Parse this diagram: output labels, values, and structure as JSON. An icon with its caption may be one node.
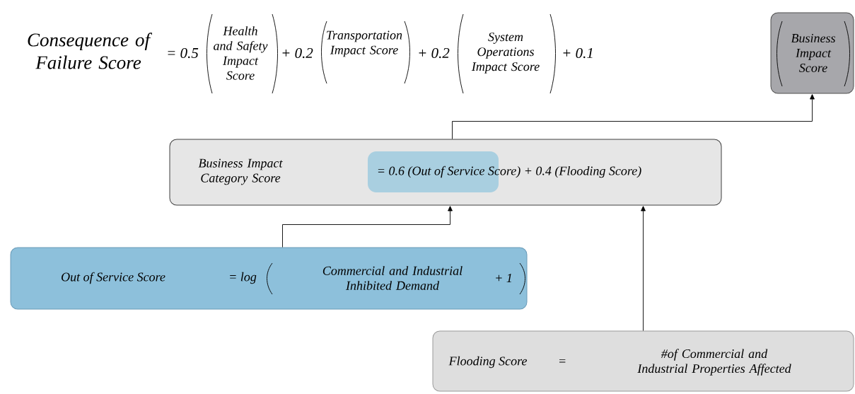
{
  "diagram": {
    "nodes": [
      {
        "text": [
          "Business Impact Score"
        ]
      },
      {
        "text": [
          "Business Impact Category Score",
          "= 0.6 (Out of Service Score) + 0.4 (Flooding Score)"
        ]
      },
      {
        "text": [
          "Out of Service Score",
          "= log",
          "Commercial and Industrial Inhibited Demand",
          "+ 1"
        ]
      },
      {
        "text": [
          "Flooding Score",
          "=",
          "#of Commercial and Industrial Properties Affected"
        ]
      }
    ],
    "edges": [
      {
        "from": 1,
        "to": 0,
        "arrow": "to"
      },
      {
        "from": 2,
        "to": 1,
        "arrow": "to"
      },
      {
        "from": 3,
        "to": 1,
        "arrow": "to"
      }
    ],
    "labels": [
      "Consequence of Failure Score",
      "= 0.5",
      "Health and Safety Impact Score",
      "+ 0.2",
      "Transportation Impact Score",
      "+ 0.2",
      "System Operations Impact Score",
      "+ 0.1"
    ]
  }
}
